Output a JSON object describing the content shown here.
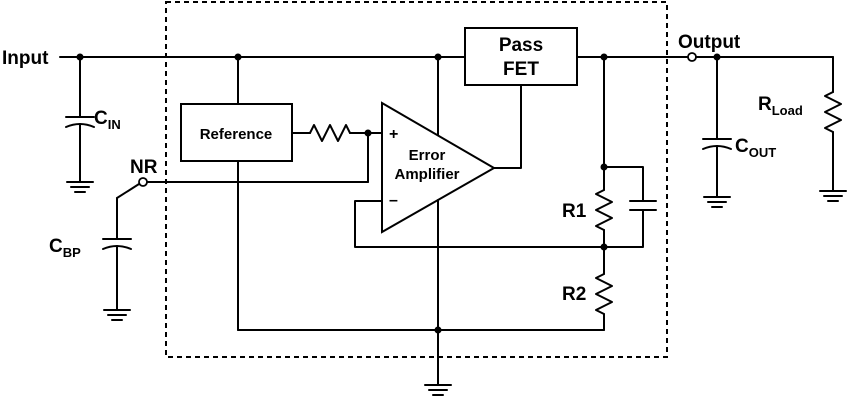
{
  "labels": {
    "input": "Input",
    "output": "Output",
    "nr": "NR",
    "reference": "Reference",
    "pass_fet_line1": "Pass",
    "pass_fet_line2": "FET",
    "error_line1": "Error",
    "error_line2": "Amplifier",
    "plus": "+",
    "minus": "–",
    "r1": "R1",
    "r2": "R2",
    "cin_main": "C",
    "cin_sub": "IN",
    "cbp_main": "C",
    "cbp_sub": "BP",
    "cout_main": "C",
    "cout_sub": "OUT",
    "rload_main": "R",
    "rload_sub": "Load"
  }
}
